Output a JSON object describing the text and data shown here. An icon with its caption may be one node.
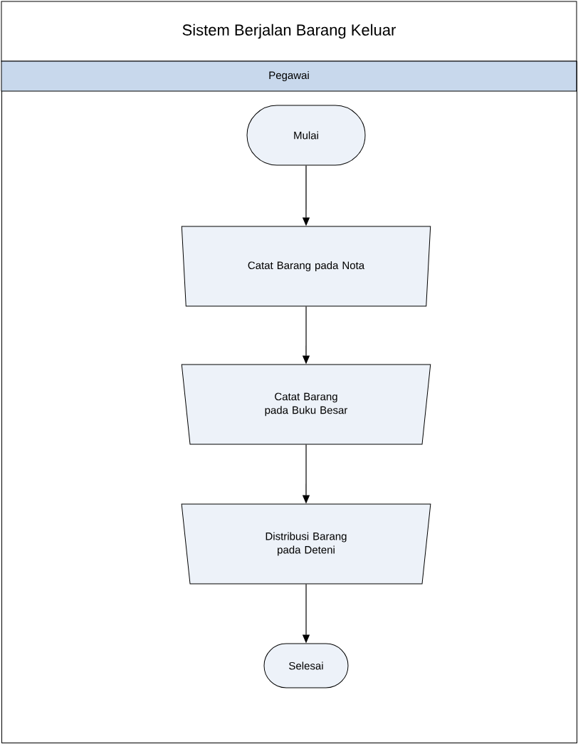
{
  "diagram": {
    "title": "Sistem Berjalan Barang Keluar",
    "nodes": [
      {
        "text": [
          "Pegawai"
        ]
      },
      {
        "text": [
          "Mulai"
        ],
        "in": 0
      },
      {
        "text": [
          "Catat Barang pada Nota"
        ],
        "in": 0
      },
      {
        "text": [
          "Catat Barang pada Buku Besar"
        ],
        "in": 0
      },
      {
        "text": [
          "Distribusi Barang pada Deteni"
        ],
        "in": 0
      },
      {
        "text": [
          "Selesai"
        ],
        "in": 0
      }
    ],
    "edges": [
      {
        "from": 1,
        "to": 2,
        "arrow": "to"
      },
      {
        "from": 2,
        "to": 3,
        "arrow": "to"
      },
      {
        "from": 3,
        "to": 4,
        "arrow": "to"
      },
      {
        "from": 4,
        "to": 5,
        "arrow": "to"
      }
    ]
  }
}
